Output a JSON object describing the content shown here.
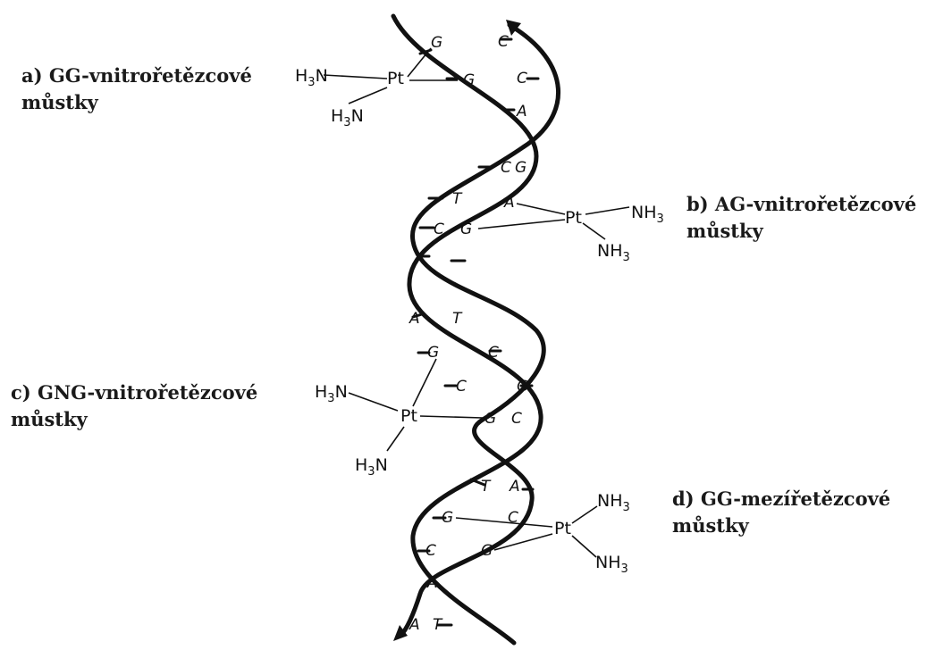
{
  "captions": {
    "a": {
      "line1": "a) GG-vnitrořetězcové",
      "line2": "můstky"
    },
    "b": {
      "line1": "b) AG-vnitrořetězcové",
      "line2": "můstky"
    },
    "c": {
      "line1": "c) GNG-vnitrořetězcové",
      "line2": "můstky"
    },
    "d": {
      "line1": "d) GG-mezířetězcové",
      "line2": "můstky"
    }
  },
  "chemistry": {
    "platinum": "Pt",
    "ammine_left": {
      "main": "H",
      "sub": "3",
      "tail": "N"
    },
    "ammine_right": {
      "main": "NH",
      "sub": "3"
    }
  },
  "bases": {
    "a_g1": "G",
    "a_g2": "G",
    "a_c1": "C",
    "a_c2": "C",
    "a_a1": "A",
    "b_c": "C",
    "b_g": "G",
    "b_t": "T",
    "b_a": "A",
    "b_c2": "C",
    "b_g2": "G",
    "c_a": "A",
    "c_t": "T",
    "c_g1": "G",
    "c_c1": "C",
    "c_c2": "C",
    "c_g2": "G",
    "c_g3": "G",
    "c_c3": "C",
    "d_t": "T",
    "d_a": "A",
    "d_g": "G",
    "d_c": "C",
    "d_c2": "C",
    "d_g2": "G",
    "d_a2": "A",
    "e_a": "A",
    "e_t": "T"
  }
}
